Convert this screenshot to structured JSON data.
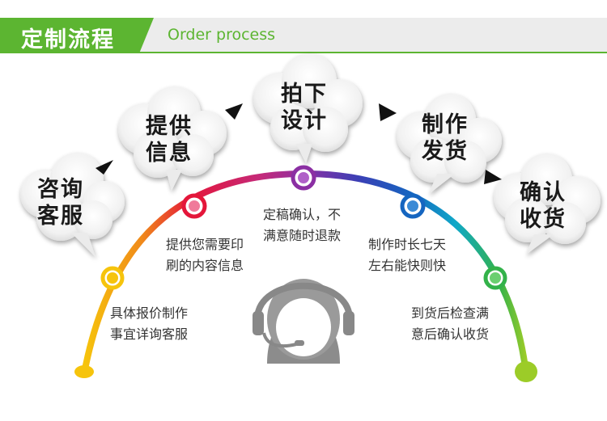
{
  "header": {
    "title": "定制流程",
    "subtitle": "Order process",
    "accent_color": "#5cb531"
  },
  "steps": [
    {
      "title_line1": "咨询",
      "title_line2": "客服",
      "desc_line1": "具体报价制作",
      "desc_line2": "事宜详询客服",
      "dot_color": "#f6c40c"
    },
    {
      "title_line1": "提供",
      "title_line2": "信息",
      "desc_line1": "提供您需要印",
      "desc_line2": "刷的内容信息",
      "dot_color": "#e4163a"
    },
    {
      "title_line1": "拍下",
      "title_line2": "设计",
      "desc_line1": "定稿确认，不",
      "desc_line2": "满意随时退款",
      "dot_color": "#8b2fa3"
    },
    {
      "title_line1": "制作",
      "title_line2": "发货",
      "desc_line1": "制作时长七天",
      "desc_line2": "左右能快则快",
      "dot_color": "#1565c0"
    },
    {
      "title_line1": "确认",
      "title_line2": "收货",
      "desc_line1": "到货后检查满",
      "desc_line2": "意后确认收货",
      "dot_color": "#33b24a"
    }
  ],
  "icons": {
    "arrow": "arrow-icon",
    "support": "customer-service-headset-icon"
  }
}
